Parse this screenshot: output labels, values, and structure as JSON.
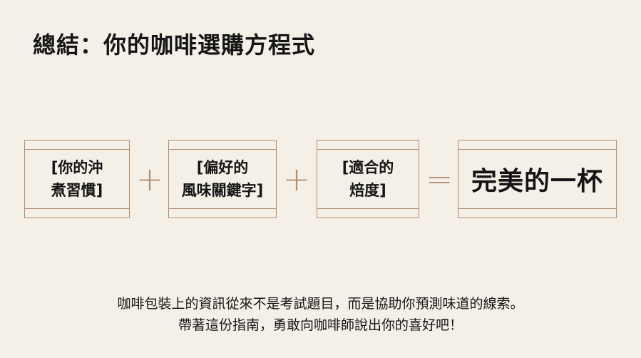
{
  "title": "總結：你的咖啡選購方程式",
  "formula": {
    "terms": [
      "[你的沖\n煮習慣]",
      "[偏好的\n風味關鍵字]",
      "[適合的\n焙度]"
    ],
    "plus": "+",
    "equals": "=",
    "result": "完美的一杯"
  },
  "summary": {
    "line1": "咖啡包裝上的資訊從來不是考試題目，而是協助你預測味道的線索。",
    "line2": "帶著這份指南，勇敢向咖啡師說出你的喜好吧！"
  },
  "colors": {
    "background": "#f4f0e8",
    "accent": "#b48c6e",
    "text": "#151515"
  }
}
